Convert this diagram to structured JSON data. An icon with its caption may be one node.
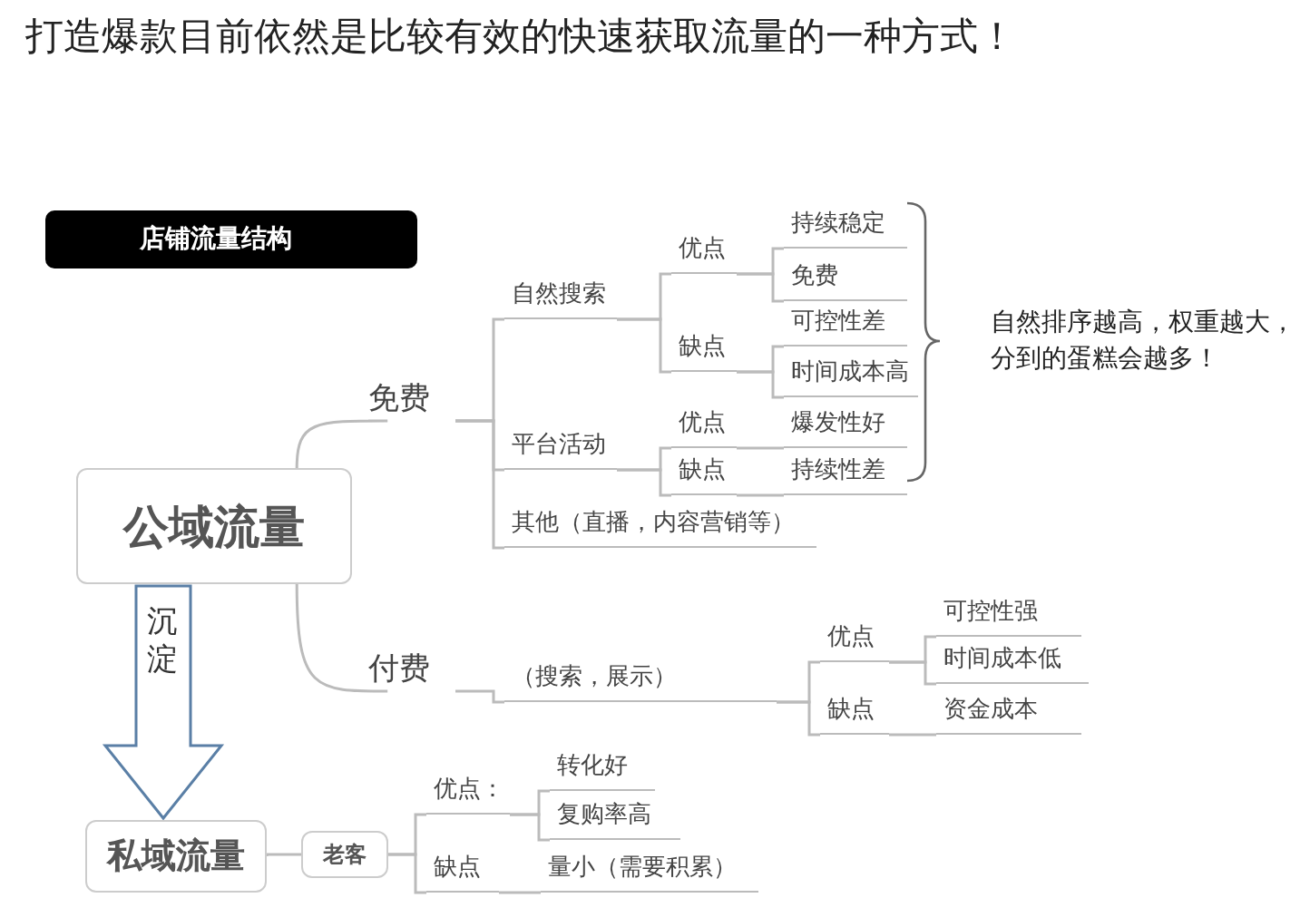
{
  "diagram": {
    "title": "打造爆款目前依然是比较有效的快速获取流量的一种方式！",
    "nodes": [
      {
        "text": [
          "店铺流量结构"
        ]
      },
      {
        "text": [
          "公域流量"
        ]
      },
      {
        "text": [
          "免费"
        ]
      },
      {
        "text": [
          "自然搜索"
        ]
      },
      {
        "text": [
          "优点"
        ]
      },
      {
        "text": [
          "持续稳定"
        ]
      },
      {
        "text": [
          "免费"
        ]
      },
      {
        "text": [
          "缺点"
        ]
      },
      {
        "text": [
          "可控性差"
        ]
      },
      {
        "text": [
          "时间成本高"
        ]
      },
      {
        "text": [
          "平台活动"
        ]
      },
      {
        "text": [
          "优点"
        ]
      },
      {
        "text": [
          "爆发性好"
        ]
      },
      {
        "text": [
          "缺点"
        ]
      },
      {
        "text": [
          "持续性差"
        ]
      },
      {
        "text": [
          "其他（直播，内容营销等）"
        ]
      },
      {
        "text": [
          "付费"
        ]
      },
      {
        "text": [
          "（搜索，展示）"
        ]
      },
      {
        "text": [
          "优点"
        ]
      },
      {
        "text": [
          "可控性强"
        ]
      },
      {
        "text": [
          "时间成本低"
        ]
      },
      {
        "text": [
          "缺点"
        ]
      },
      {
        "text": [
          "资金成本"
        ]
      },
      {
        "text": [
          "私域流量"
        ]
      },
      {
        "text": [
          "老客"
        ]
      },
      {
        "text": [
          "优点："
        ]
      },
      {
        "text": [
          "转化好"
        ]
      },
      {
        "text": [
          "复购率高"
        ]
      },
      {
        "text": [
          "缺点"
        ]
      },
      {
        "text": [
          "量小（需要积累）"
        ]
      }
    ],
    "edges": [
      {
        "from": 1,
        "to": 2,
        "arrow": "none"
      },
      {
        "from": 2,
        "to": 3,
        "arrow": "none"
      },
      {
        "from": 3,
        "to": 4,
        "arrow": "none"
      },
      {
        "from": 4,
        "to": 5,
        "arrow": "none"
      },
      {
        "from": 4,
        "to": 6,
        "arrow": "none"
      },
      {
        "from": 3,
        "to": 7,
        "arrow": "none"
      },
      {
        "from": 7,
        "to": 8,
        "arrow": "none"
      },
      {
        "from": 7,
        "to": 9,
        "arrow": "none"
      },
      {
        "from": 2,
        "to": 10,
        "arrow": "none"
      },
      {
        "from": 10,
        "to": 11,
        "arrow": "none"
      },
      {
        "from": 11,
        "to": 12,
        "arrow": "none"
      },
      {
        "from": 10,
        "to": 13,
        "arrow": "none"
      },
      {
        "from": 13,
        "to": 14,
        "arrow": "none"
      },
      {
        "from": 2,
        "to": 15,
        "arrow": "none"
      },
      {
        "from": 1,
        "to": 16,
        "arrow": "none"
      },
      {
        "from": 16,
        "to": 17,
        "arrow": "none"
      },
      {
        "from": 17,
        "to": 18,
        "arrow": "none"
      },
      {
        "from": 18,
        "to": 19,
        "arrow": "none"
      },
      {
        "from": 18,
        "to": 20,
        "arrow": "none"
      },
      {
        "from": 17,
        "to": 21,
        "arrow": "none"
      },
      {
        "from": 21,
        "to": 22,
        "arrow": "none"
      },
      {
        "from": 1,
        "to": 23,
        "arrow": "to",
        "label": "沉淀"
      },
      {
        "from": 23,
        "to": 24,
        "arrow": "none"
      },
      {
        "from": 24,
        "to": 25,
        "arrow": "none"
      },
      {
        "from": 25,
        "to": 26,
        "arrow": "none"
      },
      {
        "from": 25,
        "to": 27,
        "arrow": "none"
      },
      {
        "from": 24,
        "to": 28,
        "arrow": "none"
      },
      {
        "from": 28,
        "to": 29,
        "arrow": "none"
      }
    ],
    "labels": [
      "自然排序越高，权重越大，分到的蛋糕会越多！"
    ]
  }
}
